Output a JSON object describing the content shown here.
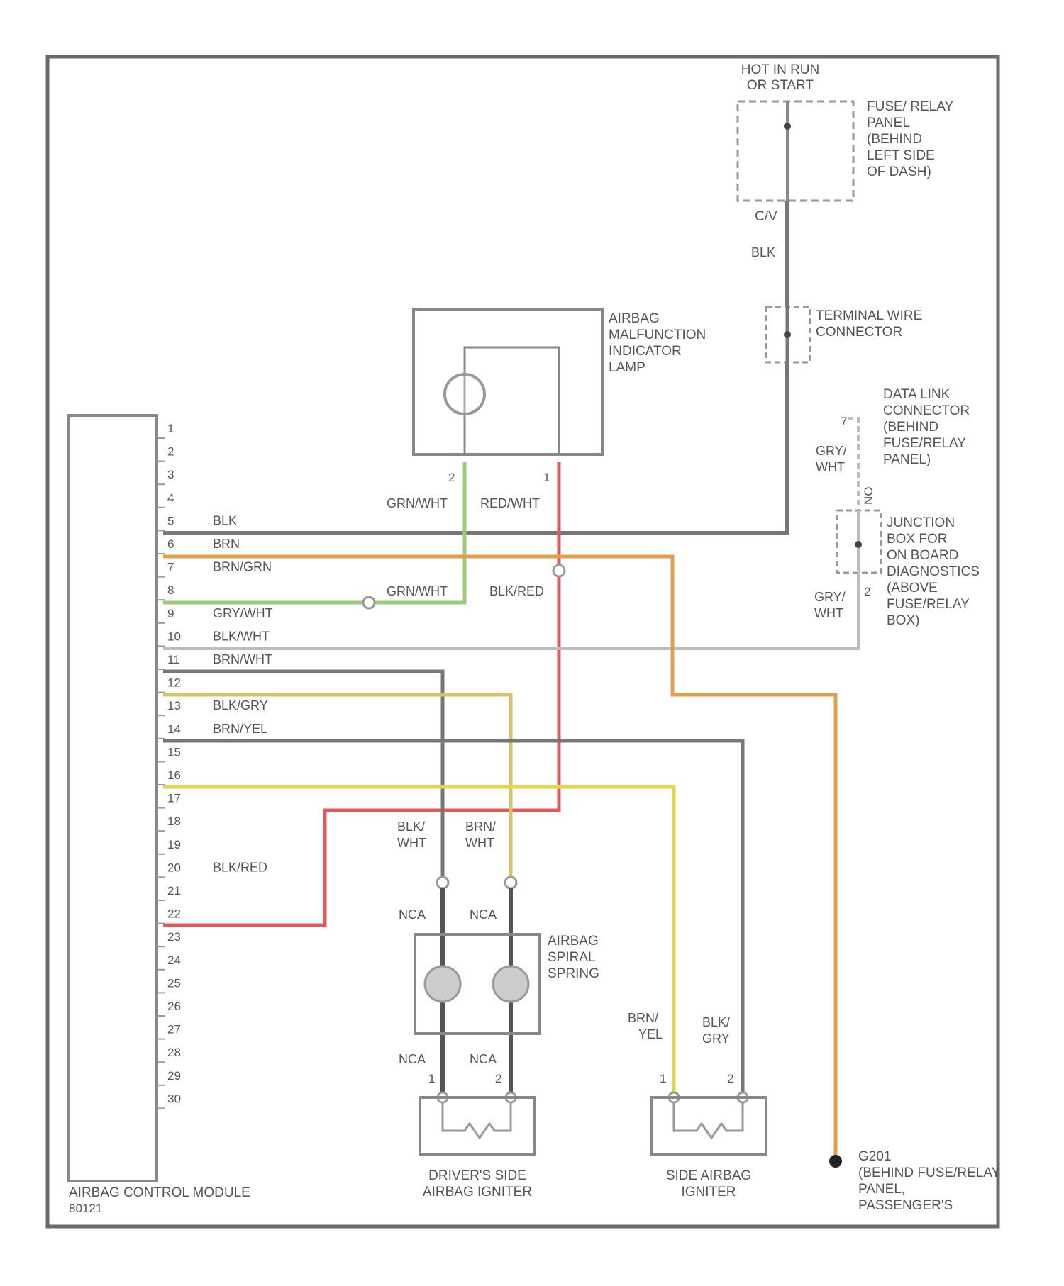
{
  "colors": {
    "frame": "#6b6b6b",
    "wire_gray": "#777777",
    "wire_light": "#bdbdbd",
    "wire_orange": "#e0a04a",
    "wire_green": "#9ccc78",
    "wire_red": "#d85c5c",
    "wire_yellow": "#e3d64c",
    "wire_tan": "#d9c26a"
  },
  "labels": {
    "hot": [
      "HOT IN RUN",
      "OR START"
    ],
    "fuse_panel": [
      "FUSE/ RELAY",
      "PANEL",
      "(BEHIND",
      "LEFT SIDE",
      "OF DASH)"
    ],
    "fuse_id": "C/V",
    "fuse_wire": "BLK",
    "terminal_connector": [
      "TERMINAL WIRE",
      "CONNECTOR"
    ],
    "indicator_lamp": [
      "AIRBAG",
      "MALFUNCTION",
      "INDICATOR",
      "LAMP"
    ],
    "lamp_pin_2": "2",
    "lamp_pin_1": "1",
    "lamp_wire_left": "GRN/WHT",
    "lamp_wire_right": "RED/WHT",
    "data_link": [
      "DATA LINK",
      "CONNECTOR",
      "(BEHIND",
      "FUSE/RELAY",
      "PANEL)"
    ],
    "dl_wire_top": [
      "GRY/",
      "WHT"
    ],
    "dl_pin": "7",
    "dl_mid": "NO",
    "junction_box": [
      "JUNCTION",
      "BOX FOR",
      "ON BOARD",
      "DIAGNOSTICS",
      "(ABOVE",
      "FUSE/RELAY",
      "BOX)"
    ],
    "jb_wire_bottom": [
      "GRY/",
      "WHT"
    ],
    "jb_pin": "2",
    "control_module": "AIRBAG CONTROL MODULE",
    "figure_id": "80121",
    "spiral_spring": [
      "AIRBAG",
      "SPIRAL",
      "SPRING"
    ],
    "spiral_wire_left": [
      "BLK/",
      "WHT"
    ],
    "spiral_wire_right": [
      "BRN/",
      "WHT"
    ],
    "nca": "NCA",
    "driver_igniter": [
      "DRIVER'S SIDE",
      "AIRBAG IGNITER"
    ],
    "side_igniter": [
      "SIDE AIRBAG",
      "IGNITER"
    ],
    "side_wire_left": [
      "BRN/",
      "YEL"
    ],
    "side_wire_right": [
      "BLK/",
      "GRY"
    ],
    "igniter_pin_1": "1",
    "igniter_pin_2": "2",
    "ground": [
      "G201",
      "(BEHIND FUSE/RELAY",
      "PANEL,",
      "PASSENGER'S"
    ],
    "wire_grn_wht_mid": "GRN/WHT",
    "wire_blk_red_mid": "BLK/RED"
  },
  "module_pins": [
    "1",
    "2",
    "3",
    "4",
    "5",
    "6",
    "7",
    "8",
    "9",
    "10",
    "11",
    "12",
    "13",
    "14",
    "15",
    "16",
    "17",
    "18",
    "19",
    "20",
    "21",
    "22",
    "23",
    "24",
    "25",
    "26",
    "27",
    "28",
    "29",
    "30"
  ],
  "module_wires": [
    {
      "pin": "5",
      "label": "BLK"
    },
    {
      "pin": "6",
      "label": "BRN"
    },
    {
      "pin": "7",
      "label": "BRN/GRN"
    },
    {
      "pin": "9",
      "label": "GRY/WHT"
    },
    {
      "pin": "10",
      "label": "BLK/WHT"
    },
    {
      "pin": "11",
      "label": "BRN/WHT"
    },
    {
      "pin": "13",
      "label": "BLK/GRY"
    },
    {
      "pin": "14",
      "label": "BRN/YEL"
    },
    {
      "pin": "20",
      "label": "BLK/RED"
    }
  ]
}
